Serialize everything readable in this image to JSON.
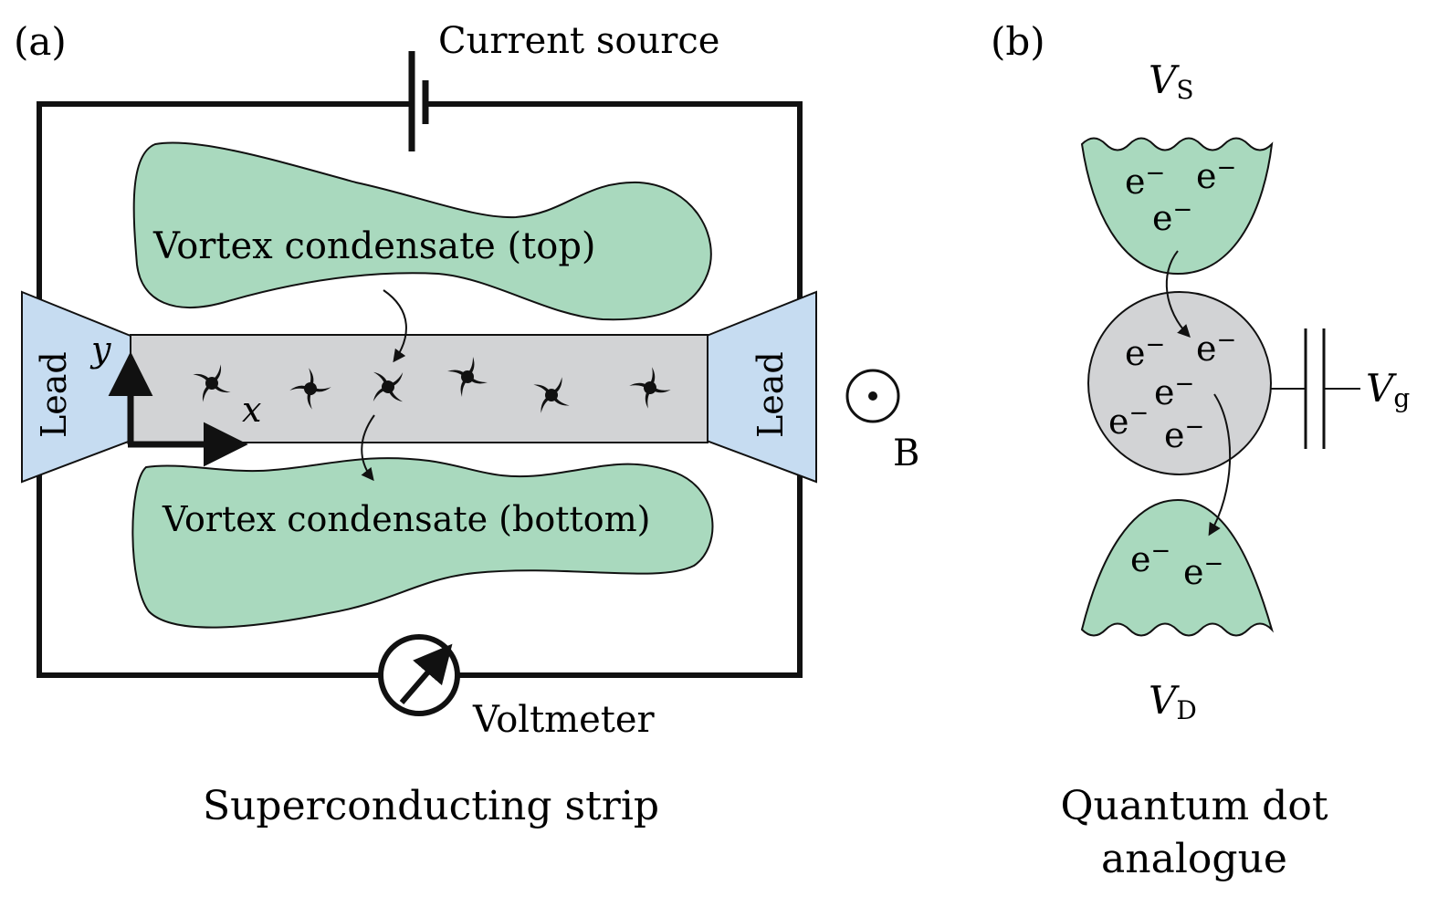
{
  "panel_a": {
    "label": "(a)",
    "current_source": "Current source",
    "condensate_top": "Vortex condensate (top)",
    "condensate_bottom": "Vortex condensate (bottom)",
    "lead_left": "Lead",
    "lead_right": "Lead",
    "axis_x": "x",
    "axis_y": "y",
    "field_label": "B",
    "voltmeter": "Voltmeter",
    "caption": "Superconducting strip",
    "vortex_count": 6
  },
  "panel_b": {
    "label": "(b)",
    "source_symbol": "V",
    "source_sub": "S",
    "drain_symbol": "V",
    "drain_sub": "D",
    "gate_symbol": "V",
    "gate_sub": "g",
    "electron": "e",
    "electron_charge": "−",
    "caption_line1": "Quantum dot",
    "caption_line2": "analogue"
  },
  "colors": {
    "condensate_fill": "#a9d9be",
    "strip_fill": "#d2d3d5",
    "lead_fill": "#c6dcf1",
    "wire": "#111111",
    "vortex": "#111111"
  }
}
